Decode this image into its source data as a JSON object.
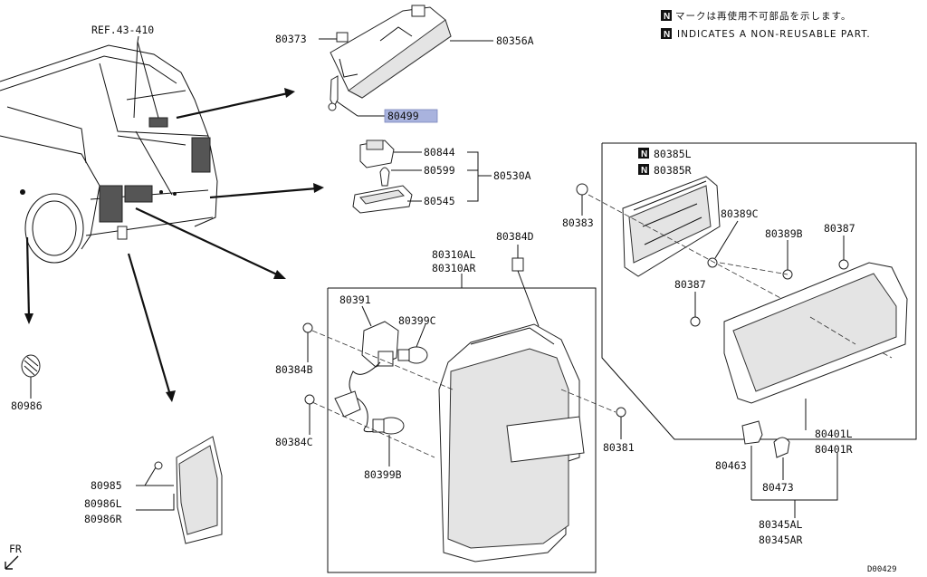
{
  "notes": {
    "jp": "マークは再使用不可部品を示します。",
    "en": "INDICATES A NON-REUSABLE PART.",
    "n_mark": "N"
  },
  "diagram_code": "D00429",
  "front_indicator": "FR",
  "highlight_color": "#a9b3de",
  "labels": {
    "ref": "REF.43-410",
    "p80373": "80373",
    "p80356A": "80356A",
    "p80499": "80499",
    "p80844": "80844",
    "p80599": "80599",
    "p80530A": "80530A",
    "p80545": "80545",
    "p80385L": "80385L",
    "p80385R": "80385R",
    "p80383": "80383",
    "p80389C": "80389C",
    "p80389B": "80389B",
    "p80387a": "80387",
    "p80387b": "80387",
    "p80384D": "80384D",
    "p80310AL": "80310AL",
    "p80310AR": "80310AR",
    "p80391": "80391",
    "p80399C": "80399C",
    "p80384B": "80384B",
    "p80384C": "80384C",
    "p80399B": "80399B",
    "p80381": "80381",
    "p80986": "80986",
    "p80985": "80985",
    "p80986L": "80986L",
    "p80986R": "80986R",
    "p80401L": "80401L",
    "p80401R": "80401R",
    "p80463": "80463",
    "p80473": "80473",
    "p80345AL": "80345AL",
    "p80345AR": "80345AR"
  }
}
